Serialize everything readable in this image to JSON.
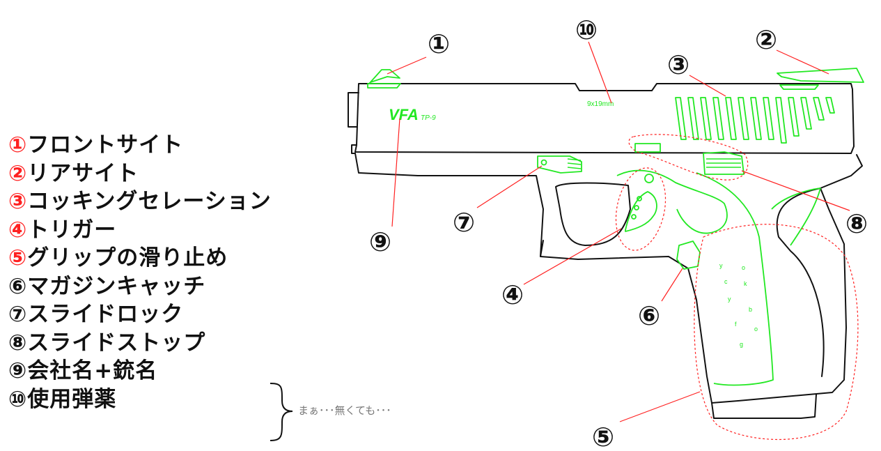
{
  "legend": [
    {
      "num": "①",
      "label": "フロントサイト",
      "num_color": "#ff2020"
    },
    {
      "num": "②",
      "label": "リアサイト",
      "num_color": "#ff2020"
    },
    {
      "num": "③",
      "label": "コッキングセレーション",
      "num_color": "#ff2020"
    },
    {
      "num": "④",
      "label": "トリガー",
      "num_color": "#ff2020"
    },
    {
      "num": "⑤",
      "label": "グリップの滑り止め",
      "num_color": "#ff2020"
    },
    {
      "num": "⑥",
      "label": "マガジンキャッチ",
      "num_color": "#111111"
    },
    {
      "num": "⑦",
      "label": "スライドロック",
      "num_color": "#111111"
    },
    {
      "num": "⑧",
      "label": "スライドストップ",
      "num_color": "#111111"
    },
    {
      "num": "⑨",
      "label": "会社名+銃名",
      "num_color": "#111111"
    },
    {
      "num": "⑩",
      "label": "使用弾薬",
      "num_color": "#111111"
    }
  ],
  "note": "まぁ･･･無くても･･･",
  "callouts": [
    "①",
    "②",
    "③",
    "④",
    "⑤",
    "⑥",
    "⑦",
    "⑧",
    "⑨",
    "⑩"
  ],
  "gun_text": {
    "brand": "VFA",
    "model": "TP-9",
    "caliber": "9x19mm",
    "grip_marks": [
      "y",
      "o",
      "c",
      "k",
      "y",
      "b",
      "f",
      "o",
      "g"
    ]
  },
  "colors": {
    "outline": "#111111",
    "accent": "#22e822",
    "leader": "#ff2020"
  }
}
